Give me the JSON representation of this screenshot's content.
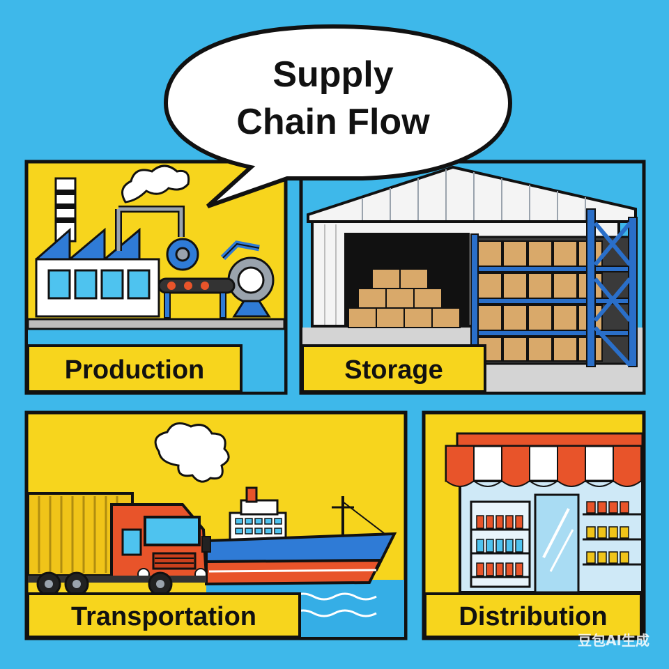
{
  "title": {
    "line1": "Supply",
    "line2": "Chain Flow"
  },
  "panels": {
    "production": {
      "label": "Production"
    },
    "storage": {
      "label": "Storage"
    },
    "transportation": {
      "label": "Transportation"
    },
    "distribution": {
      "label": "Distribution"
    }
  },
  "watermark": "豆包AI生成",
  "colors": {
    "background": "#3eb8ea",
    "panel_yellow": "#f7d51d",
    "label_yellow": "#f7d51d",
    "outline": "#111111",
    "truck_red": "#e8542a",
    "ship_blue": "#2f7bd6",
    "rack_blue": "#2a6fc9",
    "box_tan": "#d9a96a"
  },
  "icons": [
    "factory-icon",
    "warehouse-icon",
    "truck-icon",
    "ship-icon",
    "storefront-icon",
    "speech-bubble"
  ]
}
